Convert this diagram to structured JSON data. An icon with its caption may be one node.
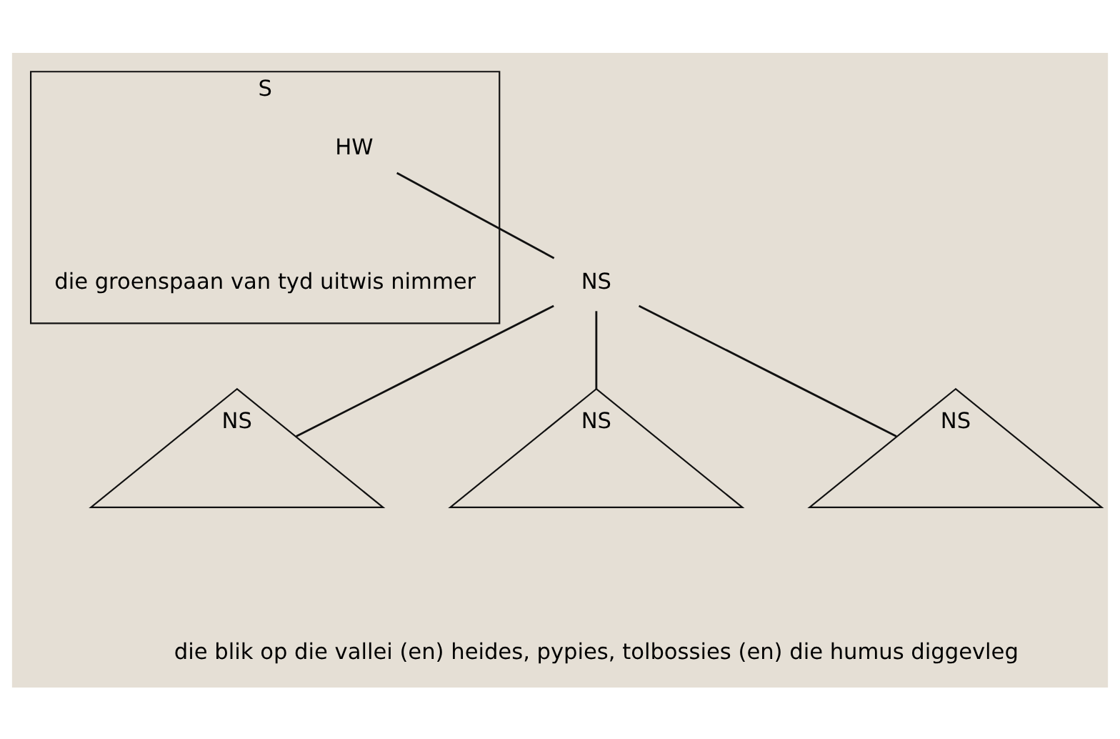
{
  "diagram": {
    "nodes": [
      {
        "text": [
          "S"
        ],
        "beside": [
          "die groenspaan van tyd uitwis nimmer"
        ]
      },
      {
        "text": [
          "HW"
        ],
        "in": 0
      },
      {
        "text": [
          "NS"
        ]
      },
      {
        "text": [
          "NS"
        ]
      },
      {
        "text": [
          "NS"
        ]
      },
      {
        "text": [
          "NS"
        ]
      }
    ],
    "edges": [
      {
        "from": 1,
        "to": 2,
        "arrow": "none"
      },
      {
        "from": 2,
        "to": 3,
        "arrow": "none"
      },
      {
        "from": 2,
        "to": 4,
        "arrow": "none"
      },
      {
        "from": 2,
        "to": 5,
        "arrow": "none"
      }
    ],
    "labels": [
      "die blik op die vallei (en) heides, pypies, tolbossies (en) die humus diggevleg"
    ]
  }
}
